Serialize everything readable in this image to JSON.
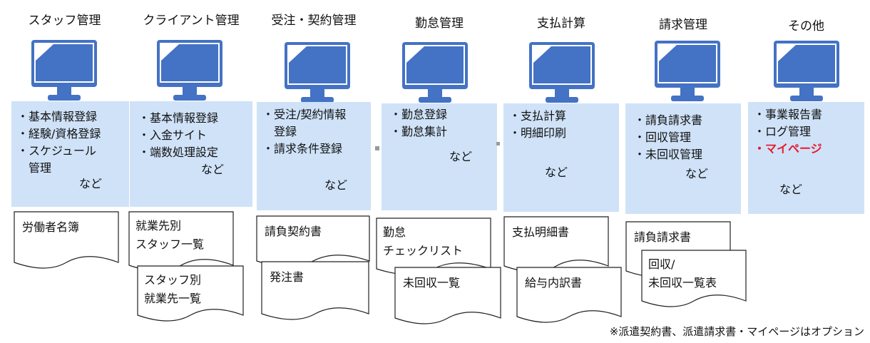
{
  "columns": [
    {
      "key": "staff",
      "title": "スタッフ管理",
      "features": [
        "・基本情報登録",
        "・経験/資格登録",
        "・スケジュール",
        "　管理"
      ],
      "red": [],
      "nado": "など",
      "docs": [
        [
          "労働者名簿"
        ]
      ]
    },
    {
      "key": "client",
      "title": "クライアント管理",
      "features": [
        "・基本情報登録",
        "・入金サイト",
        "・端数処理設定"
      ],
      "red": [],
      "nado": "など",
      "docs": [
        [
          "就業先別",
          "スタッフ一覧"
        ],
        [
          "スタッフ別",
          "就業先一覧"
        ]
      ]
    },
    {
      "key": "order",
      "title": "受注・契約管理",
      "features": [
        "・受注/契約情報",
        "　登録",
        "・請求条件登録"
      ],
      "red": [],
      "nado": "など",
      "docs": [
        [
          "請負契約書"
        ],
        [
          "発注書"
        ]
      ]
    },
    {
      "key": "attendance",
      "title": "勤怠管理",
      "features": [
        "・勤怠登録",
        "・勤怠集計"
      ],
      "red": [],
      "nado": "など",
      "docs": [
        [
          "勤怠",
          "チェックリスト"
        ],
        [
          "未回収一覧"
        ]
      ]
    },
    {
      "key": "payment",
      "title": "支払計算",
      "features": [
        "・支払計算",
        "・明細印刷"
      ],
      "red": [],
      "nado": "など",
      "docs": [
        [
          "支払明細書"
        ],
        [
          "給与内訳書"
        ]
      ]
    },
    {
      "key": "billing",
      "title": "請求管理",
      "features": [
        "・請負請求書",
        "・回収管理",
        "・未回収管理"
      ],
      "red": [],
      "nado": "など",
      "docs": [
        [
          "請負請求書"
        ],
        [
          "回収/",
          "未回収一覧表"
        ]
      ]
    },
    {
      "key": "other",
      "title": "その他",
      "features": [
        "・事業報告書",
        "・ログ管理",
        "・マイページ"
      ],
      "red": [
        2
      ],
      "nado": "など",
      "docs": []
    }
  ],
  "footnote": "※派遣契約書、派遣請求書・マイページはオプション",
  "colors": {
    "monitor": "#4472c4",
    "feature_box": "#cfe2f8",
    "highlight": "#e8192c"
  },
  "icon": "computer-monitor-icon"
}
